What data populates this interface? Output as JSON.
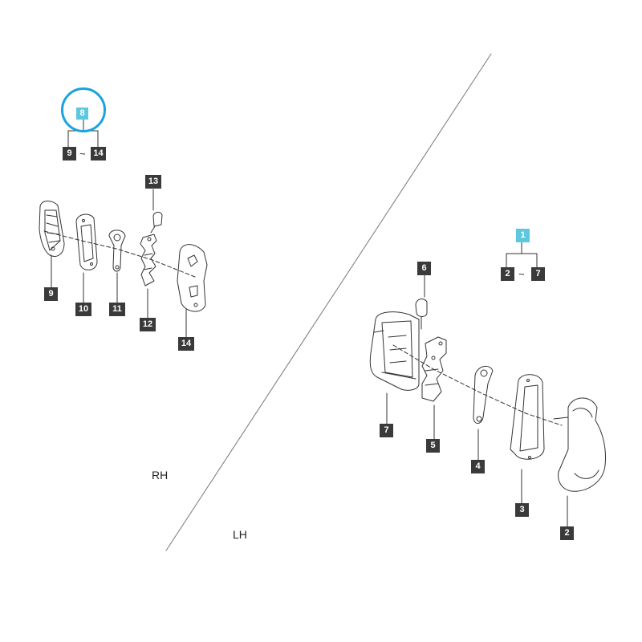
{
  "labels": {
    "rh": "RH",
    "lh": "LH",
    "range_separator": "~"
  },
  "rh_group": {
    "assembly": "8",
    "range_from": "9",
    "range_to": "14"
  },
  "lh_group": {
    "assembly": "1",
    "range_from": "2",
    "range_to": "7"
  },
  "callouts": {
    "p2": "2",
    "p3": "3",
    "p4": "4",
    "p5": "5",
    "p6": "6",
    "p7": "7",
    "p9": "9",
    "p10": "10",
    "p11": "11",
    "p12": "12",
    "p13": "13",
    "p14": "14"
  },
  "colors": {
    "callout_bg": "#3a3a3a",
    "group_callout_bg": "#5bc8e0",
    "highlight_ring": "#1aa3e0",
    "line": "#333333"
  }
}
